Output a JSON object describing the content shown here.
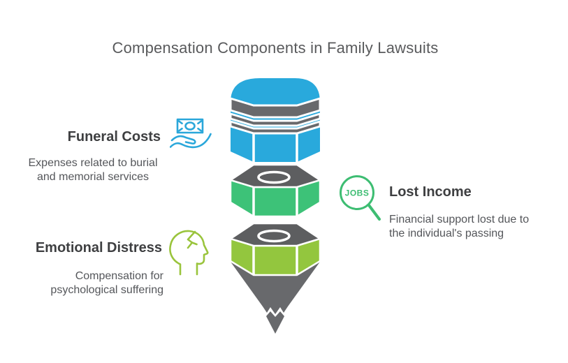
{
  "title": "Compensation Components in Family Lawsuits",
  "items": {
    "funeral": {
      "heading": "Funeral Costs",
      "desc1": "Expenses related to burial",
      "desc2": "and memorial services",
      "icon": "money-in-hand-icon"
    },
    "lost_income": {
      "heading": "Lost Income",
      "desc1": "Financial support lost due to",
      "desc2": "the individual's passing",
      "icon": "jobs-magnifier-icon",
      "icon_label": "JOBS"
    },
    "emotional": {
      "heading": "Emotional Distress",
      "desc1": "Compensation for",
      "desc2": "psychological suffering",
      "icon": "head-profile-icon"
    }
  },
  "funnel": {
    "layers": [
      {
        "name": "top-cap",
        "fill": "#29a9dc",
        "band_fill": "#68696c"
      },
      {
        "name": "middle-nut",
        "fill": "#3dc278",
        "top_face_fill": "#5d5e60"
      },
      {
        "name": "bottom-nut",
        "fill": "#93c63e",
        "top_face_fill": "#5d5e60"
      }
    ],
    "cone_fill": "#68696c"
  },
  "colors": {
    "title_text": "#595a5c",
    "heading_text": "#3e3f41",
    "body_text": "#54565a",
    "blue": "#29a9dc",
    "emerald_green": "#3dc278",
    "yellow_green": "#93c63e",
    "dark_gray": "#68696c",
    "money_icon_blue": "#2aa7da",
    "jobs_icon_green": "#3dbd72",
    "head_icon_green": "#9ac43c",
    "background": "#ffffff"
  }
}
